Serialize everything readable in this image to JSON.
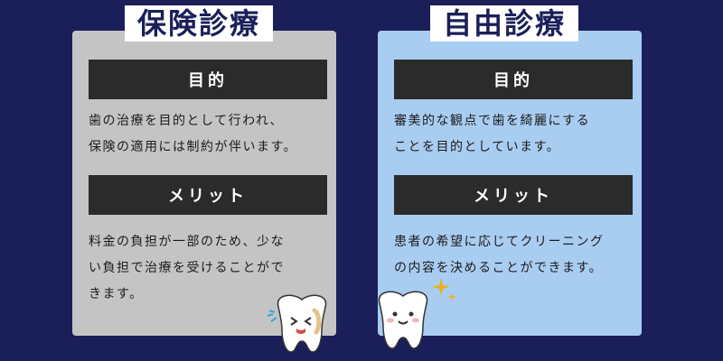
{
  "left_panel": {
    "title": "保険診療",
    "purpose_label": "目的",
    "purpose_text_line1": "歯の治療を目的として行われ、",
    "purpose_text_line2": "保険の適用には制約が伴います。",
    "merit_label": "メリット",
    "merit_text_line1": "料金の負担が一部のため、少な",
    "merit_text_line2": "い負担で治療を受けることがで",
    "merit_text_line3": "きます。"
  },
  "right_panel": {
    "title": "自由診療",
    "purpose_label": "目的",
    "purpose_text_line1": "審美的な観点で歯を綺麗にする",
    "purpose_text_line2": "ことを目的としています。",
    "merit_label": "メリット",
    "merit_text_line1": "患者の希望に応じてクリーニング",
    "merit_text_line2": "の内容を決めることができます。"
  },
  "colors": {
    "frame": "#1b1f59",
    "left_panel_bg": "#c4c4c4",
    "right_panel_bg": "#a9ccf1",
    "label_bar": "#2b2b2b"
  },
  "icons": {
    "left_mascot": "crying-tooth-icon",
    "right_mascot": "smiling-tooth-icon",
    "sparkle": "sparkle-icon"
  }
}
